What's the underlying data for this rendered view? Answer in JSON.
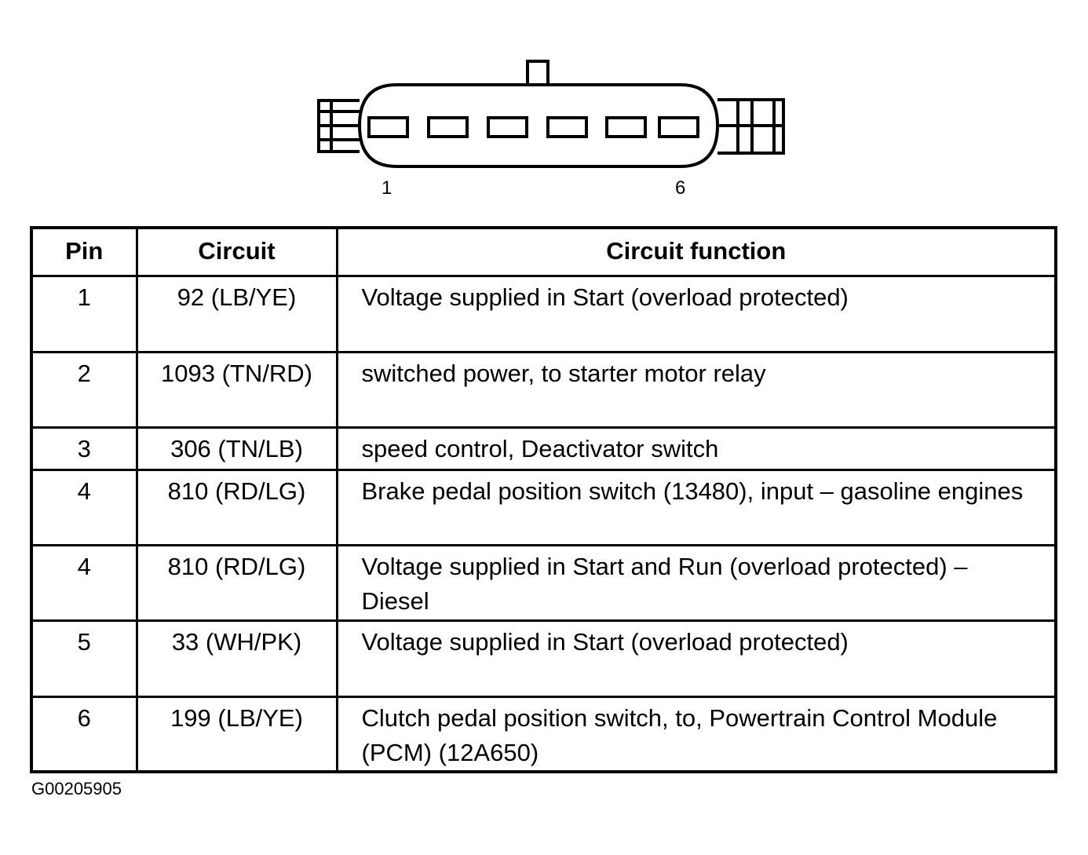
{
  "connector": {
    "pin_first": "1",
    "pin_last": "6"
  },
  "table": {
    "headers": [
      "Pin",
      "Circuit",
      "Circuit function"
    ],
    "rows": [
      {
        "pin": "1",
        "circuit": "92 (LB/YE)",
        "function": "Voltage supplied in Start (overload protected)"
      },
      {
        "pin": "2",
        "circuit": "1093 (TN/RD)",
        "function": "switched power, to starter motor relay"
      },
      {
        "pin": "3",
        "circuit": "306 (TN/LB)",
        "function": "speed control, Deactivator switch"
      },
      {
        "pin": "4",
        "circuit": "810 (RD/LG)",
        "function": "Brake pedal position switch (13480), input – gasoline engines"
      },
      {
        "pin": "4",
        "circuit": "810 (RD/LG)",
        "function": "Voltage supplied in Start and Run (overload protected) – Diesel"
      },
      {
        "pin": "5",
        "circuit": "33 (WH/PK)",
        "function": "Voltage supplied in Start (overload protected)"
      },
      {
        "pin": "6",
        "circuit": "199 (LB/YE)",
        "function": "Clutch pedal position switch, to, Powertrain Control Module (PCM) (12A650)"
      }
    ]
  },
  "figure_id": "G00205905"
}
